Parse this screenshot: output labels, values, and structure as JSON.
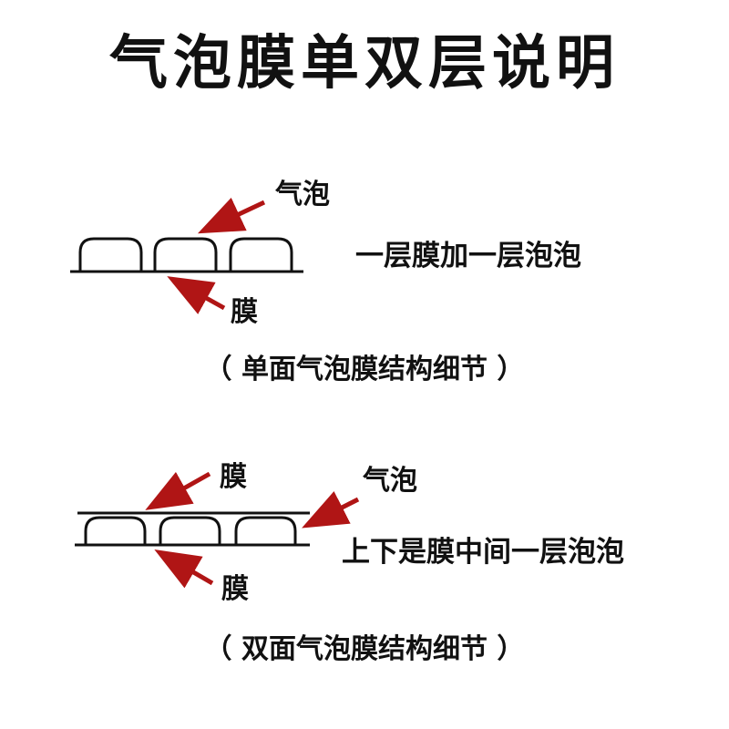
{
  "title": "气泡膜单双层说明",
  "single": {
    "label_bubble": "气泡",
    "label_film": "膜",
    "description": "一层膜加一层泡泡",
    "caption": "（ 单面气泡膜结构细节 ）"
  },
  "double": {
    "label_film_top": "膜",
    "label_bubble": "气泡",
    "label_film_bottom": "膜",
    "description": "上下是膜中间一层泡泡",
    "caption": "（ 双面气泡膜结构细节 ）"
  },
  "colors": {
    "arrow": "#b01515",
    "line": "#111111",
    "text": "#111111"
  }
}
